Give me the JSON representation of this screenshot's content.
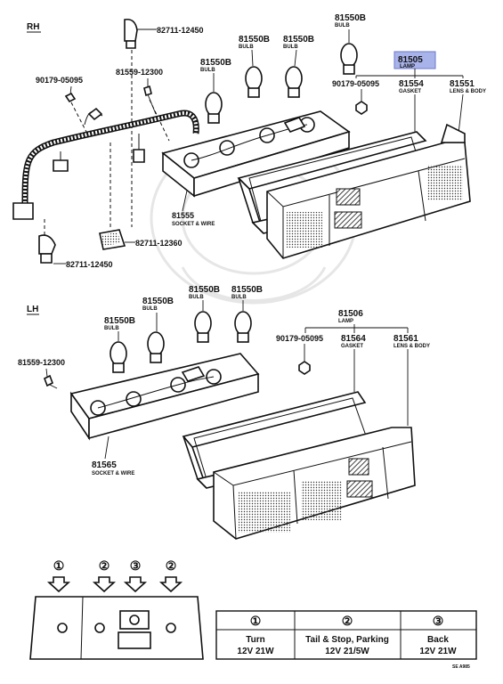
{
  "sections": {
    "rh": "RH",
    "lh": "LH"
  },
  "rh_parts": {
    "p82711_top": "82711-12450",
    "p81550b_a": {
      "num": "81550B",
      "sub": "BULB"
    },
    "p81550b_b": {
      "num": "81550B",
      "sub": "BULB"
    },
    "p81550b_c": {
      "num": "81550B",
      "sub": "BULB"
    },
    "p81550b_d": {
      "num": "81550B",
      "sub": "BULB"
    },
    "p81505": {
      "num": "81505",
      "sub": "LAMP"
    },
    "p90179": "90179-05095",
    "p81554": {
      "num": "81554",
      "sub": "GASKET"
    },
    "p81551": {
      "num": "81551",
      "sub": "LENS & BODY"
    },
    "p81559": "81559-12300",
    "p90179_left": "90179-05095",
    "p81555": {
      "num": "81555",
      "sub": "SOCKET & WIRE"
    },
    "p82711_mid": "82711-12360",
    "p82711_bot": "82711-12450"
  },
  "lh_parts": {
    "p81550b_a": {
      "num": "81550B",
      "sub": "BULB"
    },
    "p81550b_b": {
      "num": "81550B",
      "sub": "BULB"
    },
    "p81550b_c": {
      "num": "81550B",
      "sub": "BULB"
    },
    "p81550b_d": {
      "num": "81550B",
      "sub": "BULB"
    },
    "p81506": {
      "num": "81506",
      "sub": "LAMP"
    },
    "p90179": "90179-05095",
    "p81564": {
      "num": "81564",
      "sub": "GASKET"
    },
    "p81561": {
      "num": "81561",
      "sub": "LENS & BODY"
    },
    "p81559": "81559-12300",
    "p81565": {
      "num": "81565",
      "sub": "SOCKET & WIRE"
    }
  },
  "lamp_key": {
    "markers": [
      "①",
      "②",
      "③",
      "②"
    ]
  },
  "legend": [
    {
      "num": "①",
      "name": "Turn",
      "spec": "12V 21W"
    },
    {
      "num": "②",
      "name": "Tail & Stop, Parking",
      "spec": "12V 21/5W"
    },
    {
      "num": "③",
      "name": "Back",
      "spec": "12V 21W"
    }
  ],
  "footer_code": "SE A985"
}
